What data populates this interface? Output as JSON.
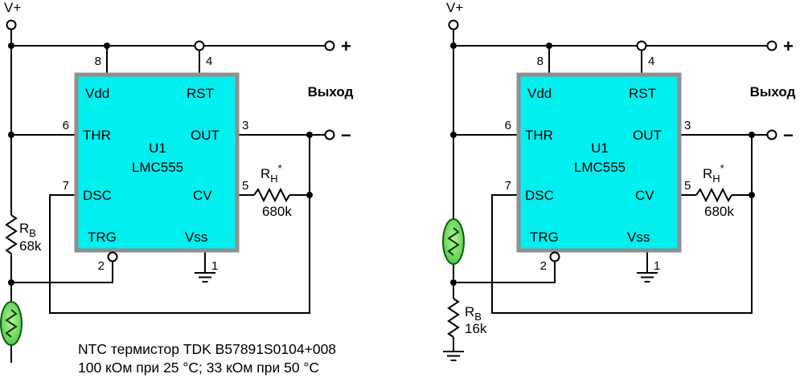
{
  "caption": {
    "line1": "NTC термистор TDK B57891S0104+008",
    "line2": "100 кОм при 25 °C;  33 кОм при 50 °C"
  },
  "colors": {
    "ic_fill": "#00efef",
    "ic_border": "#8f8f8f",
    "wire": "#000000",
    "thermistor_light": "#b9f39c",
    "thermistor_dark": "#2ebf2e"
  },
  "left": {
    "supply": "V+",
    "output_title": "Выход",
    "plus": "+",
    "minus": "−",
    "ic": {
      "ref": "U1",
      "part": "LMC555",
      "pins": {
        "vdd": "Vdd",
        "rst": "RST",
        "thr": "THR",
        "out": "OUT",
        "dsc": "DSC",
        "cv": "CV",
        "trg": "TRG",
        "vss": "Vss"
      },
      "nums": {
        "vdd": "8",
        "rst": "4",
        "thr": "6",
        "out": "3",
        "dsc": "7",
        "cv": "5",
        "trg": "2",
        "vss": "1"
      }
    },
    "rb": {
      "name": "R",
      "sub": "B",
      "value": "68k"
    },
    "rh": {
      "name": "R",
      "sub": "H",
      "sup": "*",
      "value": "680k"
    }
  },
  "right": {
    "supply": "V+",
    "output_title": "Выход",
    "plus": "+",
    "minus": "−",
    "ic": {
      "ref": "U1",
      "part": "LMC555",
      "pins": {
        "vdd": "Vdd",
        "rst": "RST",
        "thr": "THR",
        "out": "OUT",
        "dsc": "DSC",
        "cv": "CV",
        "trg": "TRG",
        "vss": "Vss"
      },
      "nums": {
        "vdd": "8",
        "rst": "4",
        "thr": "6",
        "out": "3",
        "dsc": "7",
        "cv": "5",
        "trg": "2",
        "vss": "1"
      }
    },
    "rb": {
      "name": "R",
      "sub": "B",
      "value": "16k"
    },
    "rh": {
      "name": "R",
      "sub": "H",
      "sup": "*",
      "value": "680k"
    }
  }
}
